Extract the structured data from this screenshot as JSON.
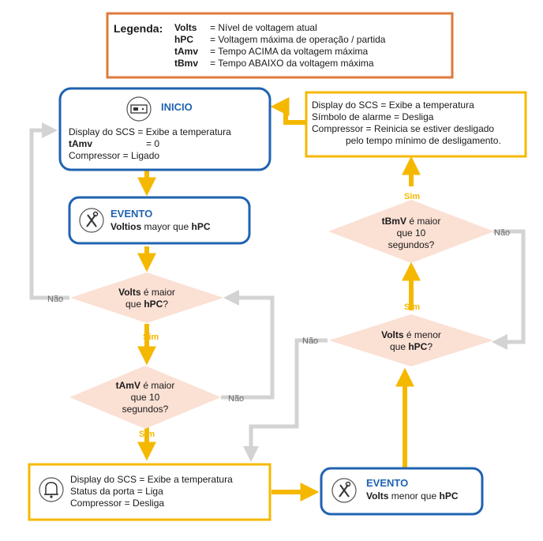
{
  "legend": {
    "title": "Legenda:",
    "rows": [
      {
        "term": "Volts",
        "desc": "= Nível de voltagem atual"
      },
      {
        "term": "hPC",
        "desc": "= Voltagem máxima de operação / partida"
      },
      {
        "term": "tAmv",
        "desc": "= Tempo ACIMA da voltagem máxima"
      },
      {
        "term": "tBmv",
        "desc": "= Tempo ABAIXO da voltagem máxima"
      }
    ]
  },
  "start": {
    "title": "INICIO",
    "line1": "Display do SCS = Exibe a temperatura",
    "line2_key": "tAmv",
    "line2_val": "= 0",
    "line3": "Compressor = Ligado"
  },
  "event1": {
    "title": "EVENTO",
    "bold": "Voltios",
    "rest": " mayor que ",
    "bold2": "hPC"
  },
  "dec1": {
    "l1_bold": "Volts",
    "l1_rest": " é maior",
    "l2_rest": "que ",
    "l2_bold": "hPC",
    "l2_end": "?"
  },
  "dec2": {
    "l1_bold": "tAmV",
    "l1_rest": " é maior",
    "l2": "que 10",
    "l3": "segundos?"
  },
  "action_bottom": {
    "line1": "Display do SCS = Exibe a temperatura",
    "line2": "Status da porta = Liga",
    "line3": "Compressor = Desliga"
  },
  "event2": {
    "title": "EVENTO",
    "bold": "Volts",
    "rest": " menor que ",
    "bold2": "hPC"
  },
  "dec3": {
    "l1_bold": "Volts",
    "l1_rest": " é menor",
    "l2_rest": "que ",
    "l2_bold": "hPC",
    "l2_end": "?"
  },
  "dec4": {
    "l1_bold": "tBmV",
    "l1_rest": " é maior",
    "l2": "que 10",
    "l3": "segundos?"
  },
  "action_top": {
    "line1": "Display do SCS = Exibe a temperatura",
    "line2": "Símbolo de alarme = Desliga",
    "line3": "Compressor = Reinicia se estiver desligado",
    "line4": "pelo tempo mínimo de desligamento."
  },
  "labels": {
    "yes": "Sim",
    "no": "Não"
  },
  "colors": {
    "orange": "#E07A3A",
    "blue": "#1F63B0",
    "yellow": "#F5B800",
    "gray": "#D3D3D3",
    "diamond": "#FBE0D4"
  }
}
